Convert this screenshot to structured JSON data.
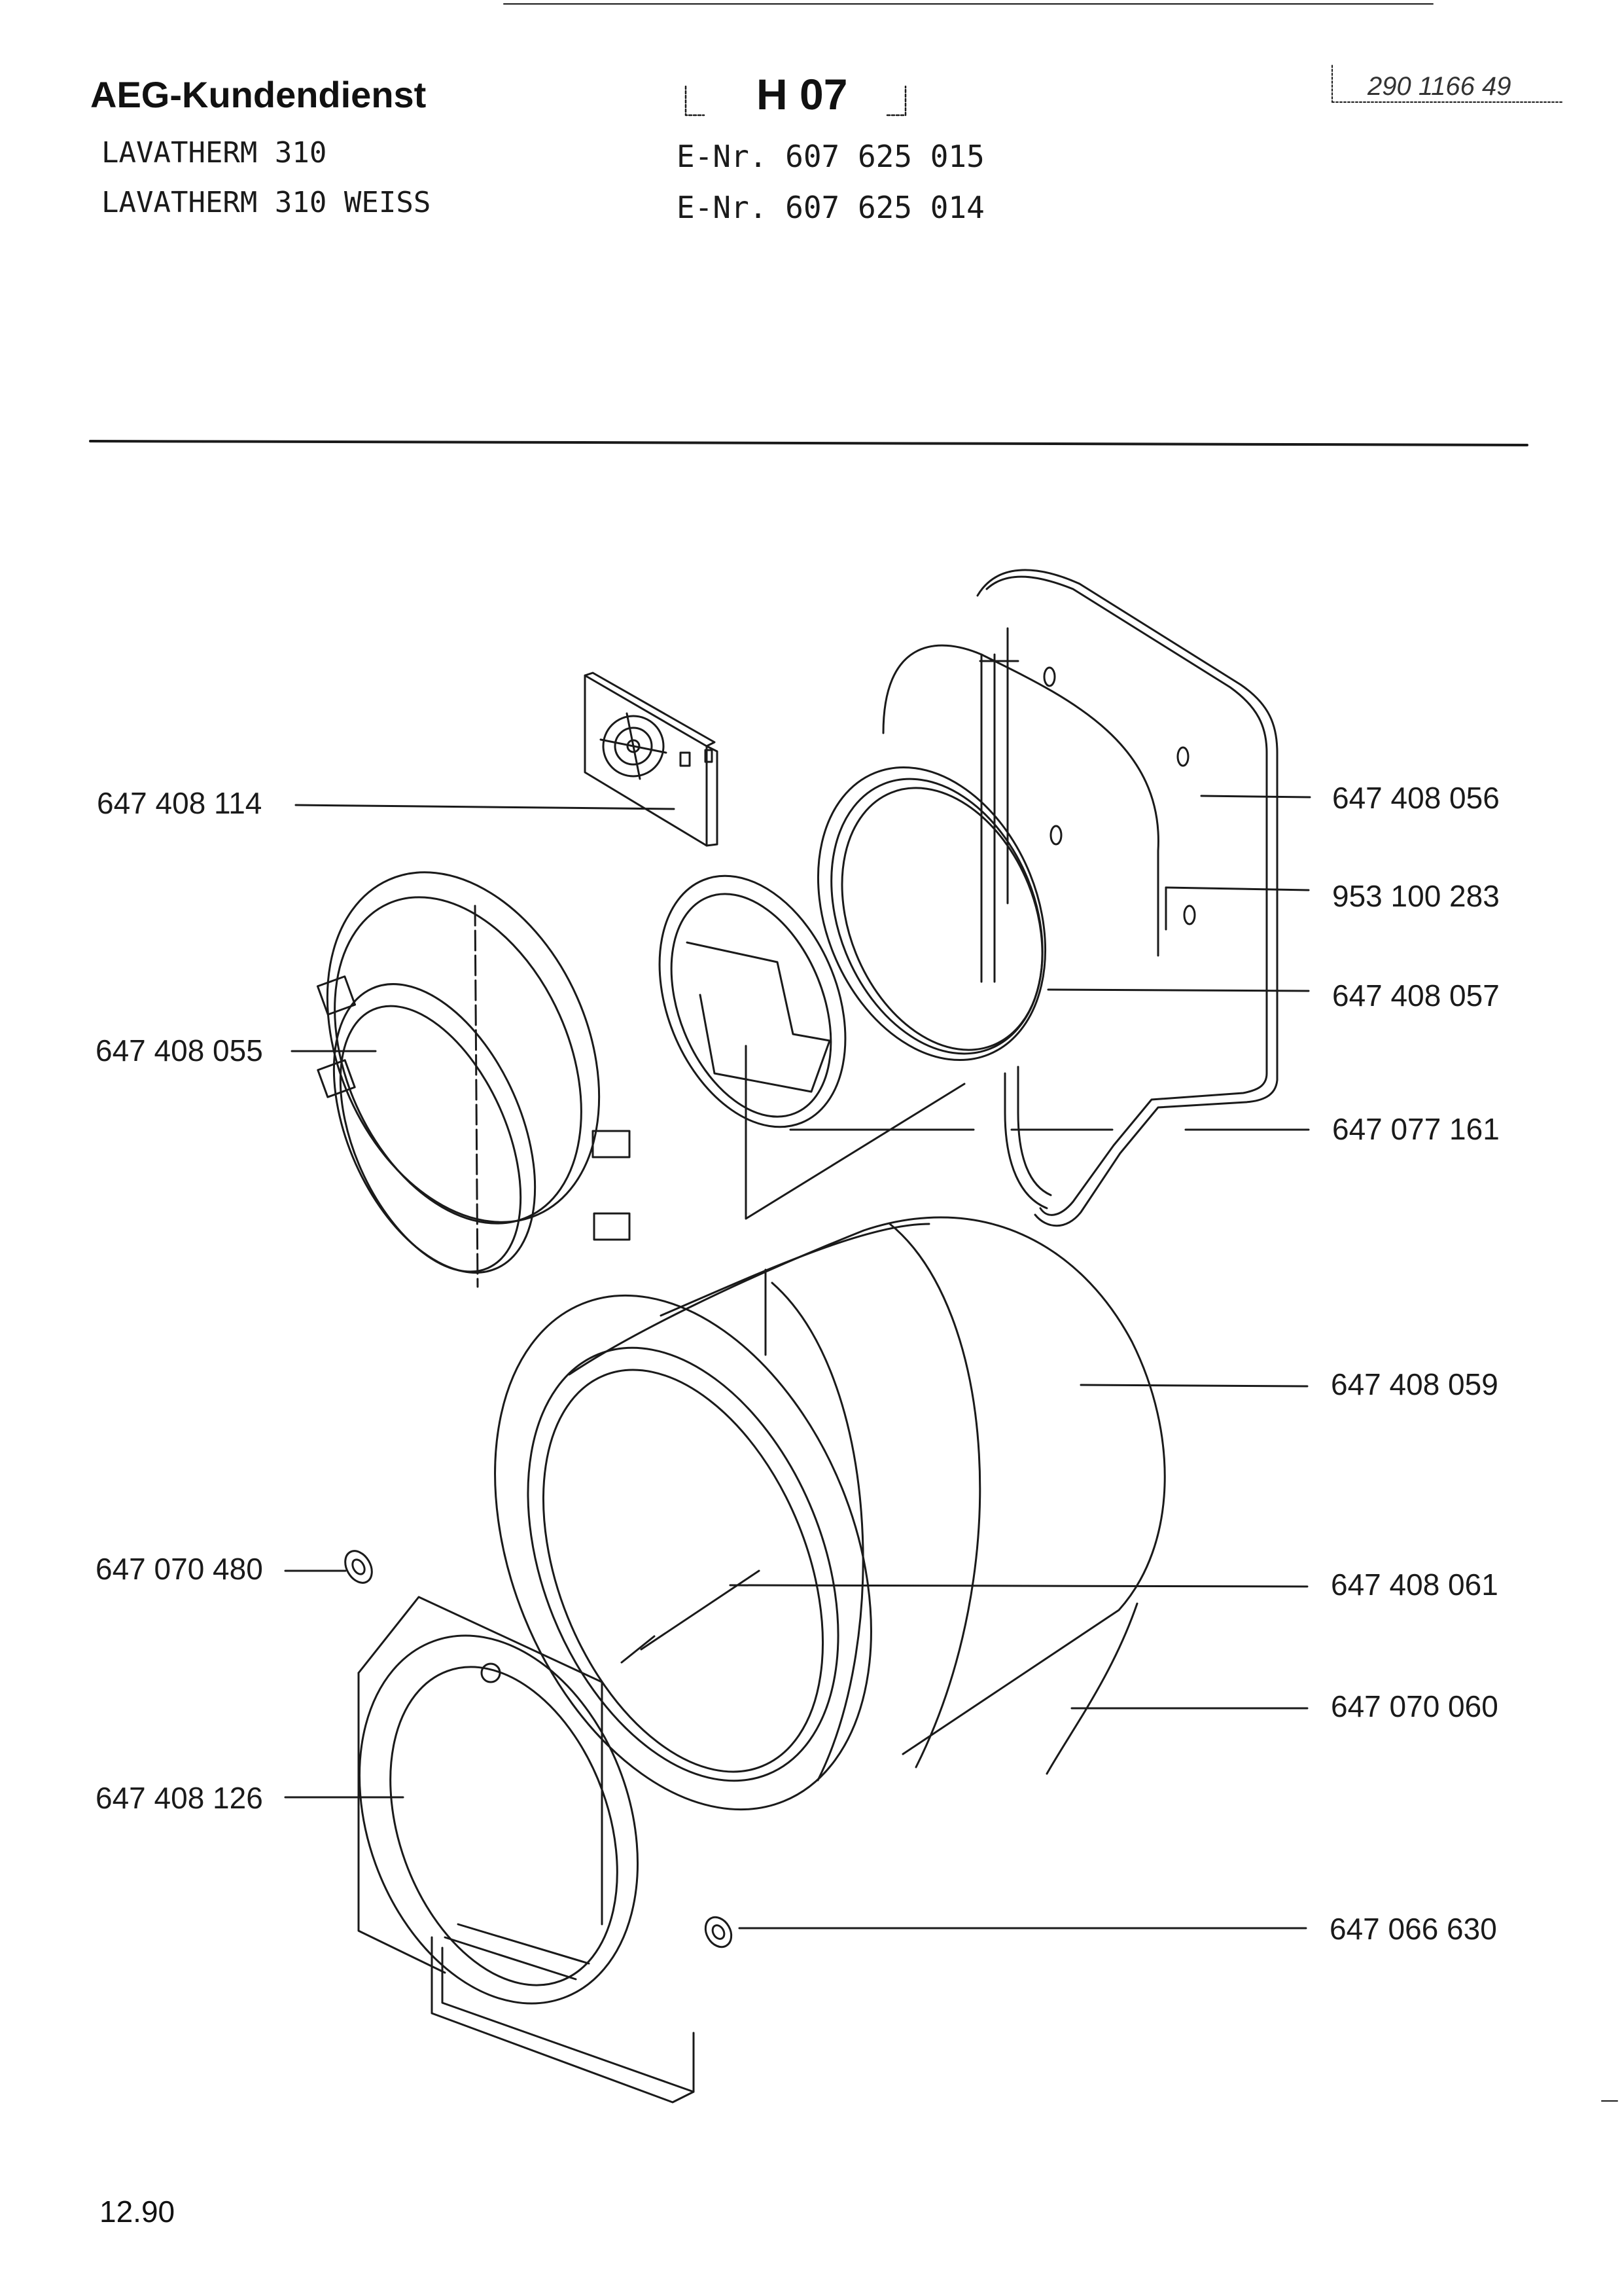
{
  "header": {
    "brand": "AEG-Kundendienst",
    "models": [
      "LAVATHERM 310",
      "LAVATHERM 310 WEISS"
    ],
    "section_code": "H 07",
    "e_numbers": [
      "E-Nr. 607 625 015",
      "E-Nr. 607 625 014"
    ],
    "document_number": "290 1166 49"
  },
  "parts": [
    {
      "label": "647 408 114"
    },
    {
      "label": "647 408 055"
    },
    {
      "label": "647 070 480"
    },
    {
      "label": "647 408 126"
    },
    {
      "label": "647 408 056"
    },
    {
      "label": "953 100 283"
    },
    {
      "label": "647 408 057"
    },
    {
      "label": "647 077 161"
    },
    {
      "label": "647 408 059"
    },
    {
      "label": "647 408 061"
    },
    {
      "label": "647 070 060"
    },
    {
      "label": "647 066 630"
    }
  ],
  "footer": {
    "date": "12.90"
  }
}
